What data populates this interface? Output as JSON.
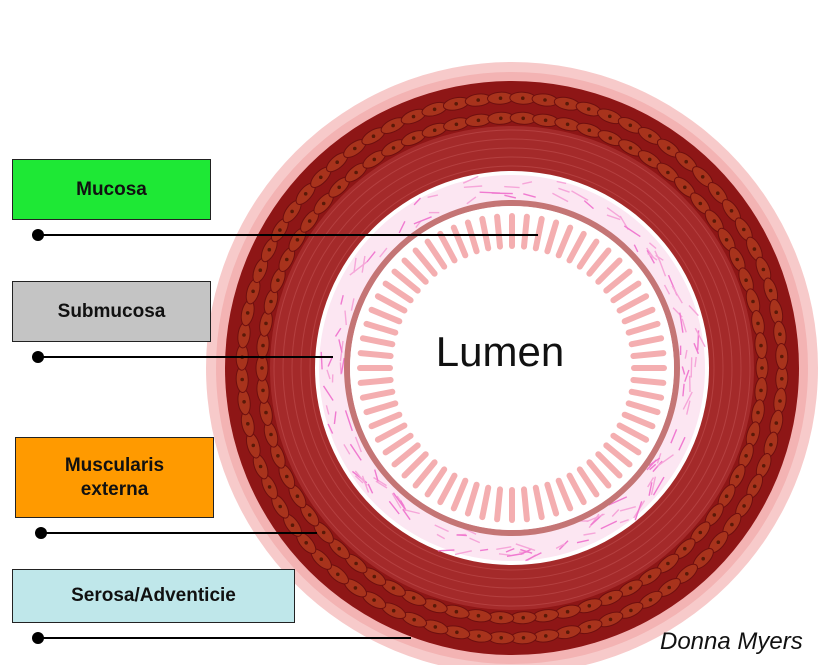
{
  "colors": {
    "mucosa": "#1ee835",
    "submucosa": "#c4c4c4",
    "muscularis": "#ff9a00",
    "serosa": "#bfe7ea",
    "outer_halo": "#f7c9c9",
    "muscle_dark": "#8b1414",
    "muscle_cell": "#a8301a",
    "muscle_inner": "#a52b2b",
    "submucosa_fill": "#fbe3f1",
    "villus": "#f6b0b2",
    "ring": "#c07070"
  },
  "labels": {
    "mucosa": "Mucosa",
    "submucosa": "Submucosa",
    "muscularis_line1": "Muscularis",
    "muscularis_line2": "externa",
    "serosa": "Serosa/Adventicie"
  },
  "lumen": "Lumen",
  "credit": "Donna Myers"
}
